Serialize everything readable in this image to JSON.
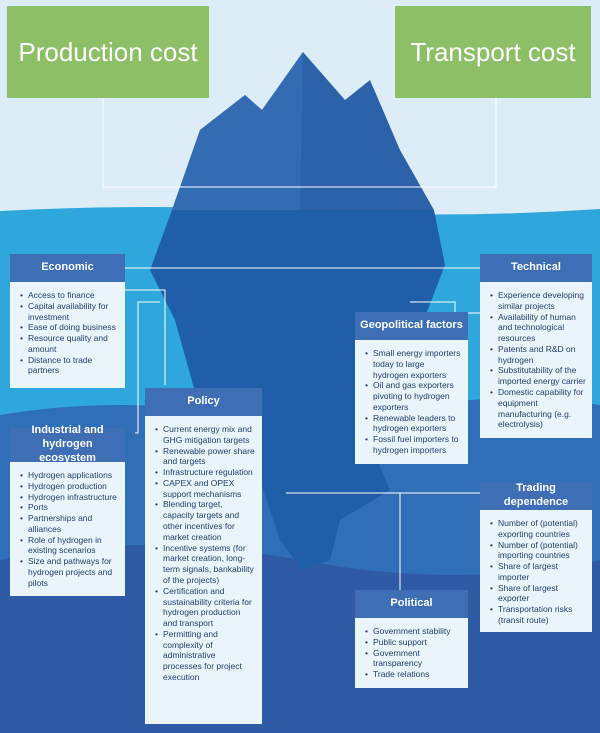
{
  "title_boxes": {
    "production_cost": "Production cost",
    "transport_cost": "Transport cost"
  },
  "colors": {
    "sky": "#dcedf8",
    "sea_light": "#2ea7dc",
    "sea_deep": "#2e5aa6",
    "iceberg_top": "#2b62aa",
    "iceberg_under": "#1e5ca6",
    "header_box": "#3e6fb5",
    "green_box": "#8dbf67",
    "card_body": "#e9f4fb"
  },
  "cards": {
    "economic": {
      "title": "Economic",
      "items": [
        "Access to finance",
        "Capital availability for investment",
        "Ease of doing business",
        "Resource quality and amount",
        "Distance to trade partners"
      ]
    },
    "technical": {
      "title": "Technical",
      "items": [
        "Experience developing similar projects",
        "Availability of human and technological resources",
        "Patents and R&D on hydrogen",
        "Substitutability of the imported energy carrier",
        "Domestic capability for equipment manufacturing (e.g. electrolysis)"
      ]
    },
    "geopolitical": {
      "title": "Geopolitical factors",
      "items": [
        "Small energy importers today to large hydrogen exporters",
        "Oil and gas exporters pivoting to hydrogen exporters",
        "Renewable leaders to hydrogen exporters",
        "Fossil fuel importers to hydrogen importers"
      ]
    },
    "policy": {
      "title": "Policy",
      "items": [
        "Current energy mix and GHG mitigation targets",
        "Renewable power share and targets",
        "Infrastructure regulation",
        "CAPEX and OPEX support mechanisms",
        "Blending target, capacity targets and other incentives for market creation",
        "Incentive systems (for market creation, long-term signals, bankability of the projects)",
        "Certification and sustainability criteria for hydrogen production and transport",
        "Permitting and complexity of administrative processes for project execution"
      ]
    },
    "industrial": {
      "title": "Industrial and hydrogen ecosystem",
      "items": [
        "Hydrogen applications",
        "Hydrogen production",
        "Hydrogen infrastructure",
        "Ports",
        "Partnerships and alliances",
        "Role of hydrogen in existing scenarios",
        "Size and pathways for hydrogen projects and pilots"
      ]
    },
    "trading": {
      "title": "Trading dependence",
      "items": [
        "Number of (potential) exporting countries",
        "Number of (potential) importing countries",
        "Share of largest importer",
        "Share of largest exporter",
        "Transportation risks (transit route)"
      ]
    },
    "political": {
      "title": "Political",
      "items": [
        "Government stability",
        "Public support",
        "Government transparency",
        "Trade relations"
      ]
    }
  }
}
